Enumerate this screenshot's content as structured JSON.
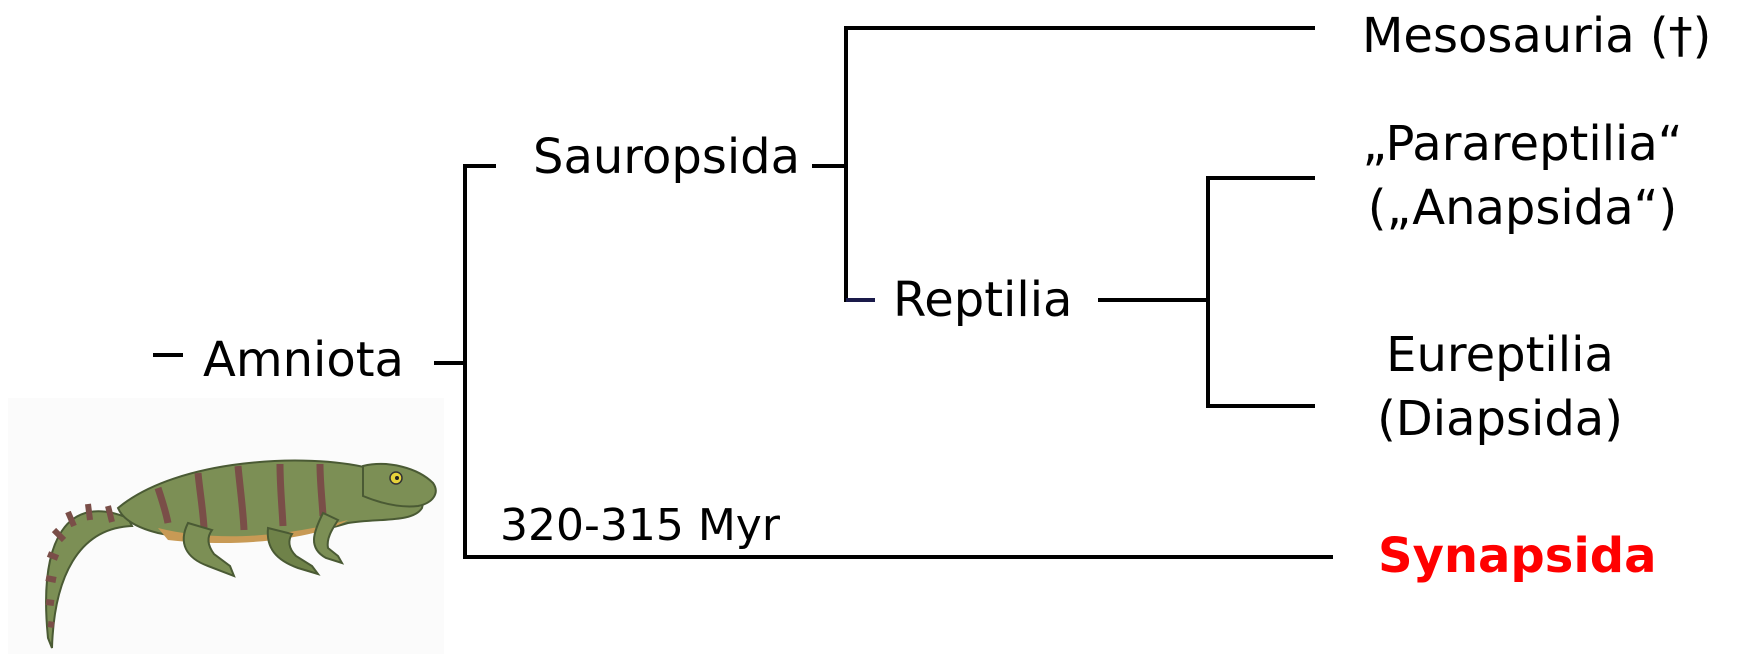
{
  "diagram": {
    "root": "Amniota",
    "internal_nodes": {
      "sauropsida": "Sauropsida",
      "reptilia": "Reptilia"
    },
    "leaves": {
      "mesosauria": "Mesosauria (†)",
      "parareptilia_line1": "„Parareptilia“",
      "parareptilia_line2": "(„Anapsida“)",
      "eureptilia_line1": "Eureptilia",
      "eureptilia_line2": "(Diapsida)",
      "synapsida": "Synapsida"
    },
    "divergence_time": "320-315 Myr",
    "colors": {
      "line": "#000000",
      "text": "#000000",
      "highlight": "#ff0000",
      "short_tick": "#1a1a4a"
    }
  },
  "illustration": {
    "subject": "green striped early amniote lizard-like reptile",
    "colors": {
      "body": "#7c8f55",
      "stripe": "#7a4e48",
      "belly": "#c89a55",
      "eye": "#e6d23a"
    }
  }
}
